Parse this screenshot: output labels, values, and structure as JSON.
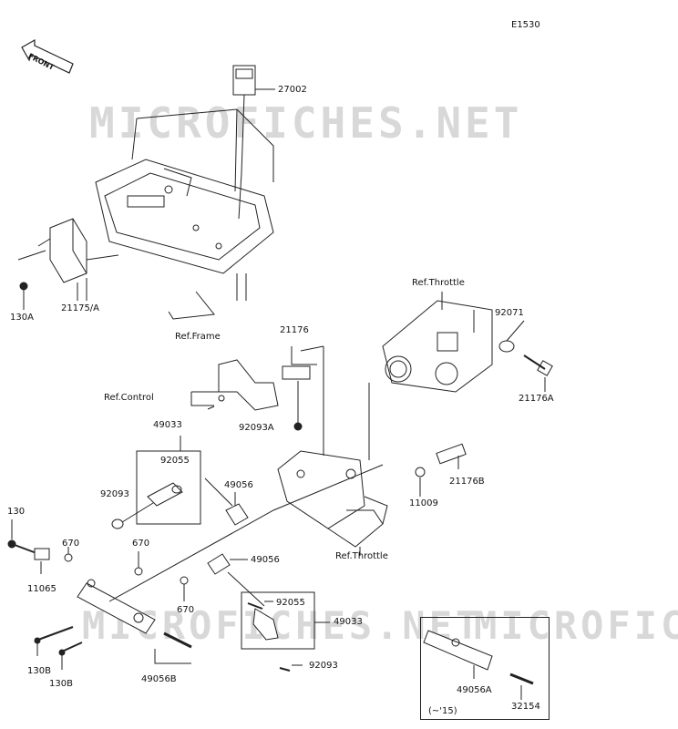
{
  "diagram": {
    "code": "E1530",
    "front_label": "FRONT",
    "watermark": "MICROFICHES.NET",
    "inset_note": "(~'15)"
  },
  "parts": {
    "p27002": "27002",
    "p130a": "130A",
    "p21175a": "21175/A",
    "ref_frame": "Ref.Frame",
    "ref_throttle_top": "Ref.Throttle",
    "p92071": "92071",
    "p21176a": "21176A",
    "p21176": "21176",
    "ref_control": "Ref.Control",
    "p92093a": "92093A",
    "p49033_top": "49033",
    "p92055_top": "92055",
    "p92093_top": "92093",
    "p49056_top": "49056",
    "p21176b": "21176B",
    "p11009": "11009",
    "p130": "130",
    "p670_a": "670",
    "p670_b": "670",
    "p11065": "11065",
    "p49056_mid": "49056",
    "ref_throttle_bottom": "Ref.Throttle",
    "p670_c": "670",
    "p92055_bot": "92055",
    "p49033_bot": "49033",
    "p130b_a": "130B",
    "p130b_b": "130B",
    "p49056b": "49056B",
    "p92093_bot": "92093",
    "p49056a": "49056A",
    "p32154": "32154"
  }
}
